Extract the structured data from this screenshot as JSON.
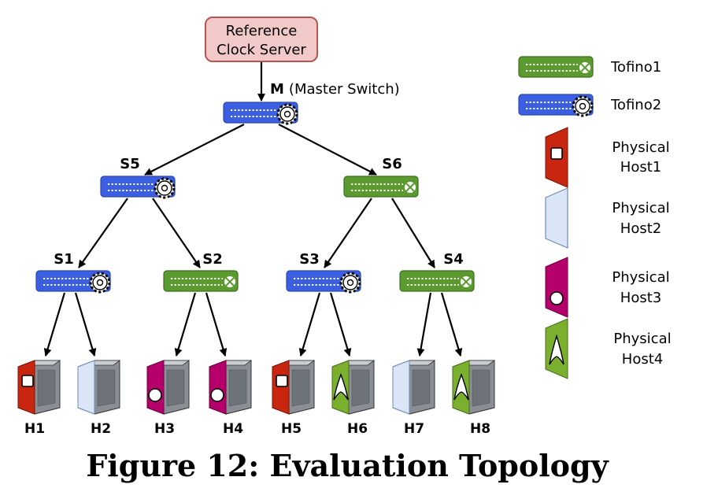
{
  "ref_server": {
    "line1": "Reference",
    "line2": "Clock Server"
  },
  "master": {
    "id": "M",
    "desc": "(Master Switch)"
  },
  "switches": {
    "s5": {
      "label": "S5",
      "kind": "tofino2"
    },
    "s6": {
      "label": "S6",
      "kind": "tofino1"
    },
    "s1": {
      "label": "S1",
      "kind": "tofino2"
    },
    "s2": {
      "label": "S2",
      "kind": "tofino1"
    },
    "s3": {
      "label": "S3",
      "kind": "tofino2"
    },
    "s4": {
      "label": "S4",
      "kind": "tofino1"
    }
  },
  "hosts": [
    {
      "label": "H1",
      "type": 1
    },
    {
      "label": "H2",
      "type": 2
    },
    {
      "label": "H3",
      "type": 3
    },
    {
      "label": "H4",
      "type": 3
    },
    {
      "label": "H5",
      "type": 1
    },
    {
      "label": "H6",
      "type": 4
    },
    {
      "label": "H7",
      "type": 2
    },
    {
      "label": "H8",
      "type": 4
    }
  ],
  "legend": {
    "tofino1": "Tofino1",
    "tofino2": "Tofino2",
    "host1": {
      "line1": "Physical",
      "line2": "Host1"
    },
    "host2": {
      "line1": "Physical",
      "line2": "Host2"
    },
    "host3": {
      "line1": "Physical",
      "line2": "Host3"
    },
    "host4": {
      "line1": "Physical",
      "line2": "Host4"
    }
  },
  "caption": "Figure 12: Evaluation Topology",
  "colors": {
    "tofino1": "#5a9a2e",
    "tofino2": "#3b5fe0",
    "host1": "#c8260f",
    "host2": "#dae6f7",
    "host3": "#b5006c",
    "host4": "#7bb02e",
    "ref_fill": "#f2c9c9",
    "ref_stroke": "#b85450"
  }
}
